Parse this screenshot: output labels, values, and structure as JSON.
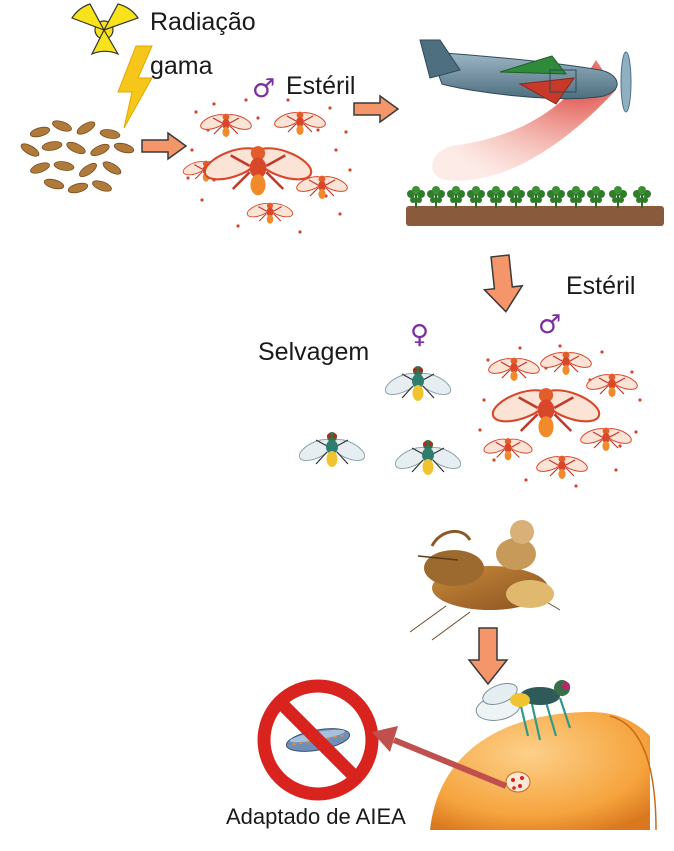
{
  "labels": {
    "radiation": "Radiação",
    "gamma": "gama",
    "sterile_top": "Estéril",
    "sterile_right": "Estéril",
    "wild": "Selvagem",
    "credit": "Adaptado de AIEA"
  },
  "symbols": {
    "male_top": "♂",
    "female": "♀",
    "male_right": "♂"
  },
  "colors": {
    "arrow_orange": "#f4956a",
    "arrow_outline": "#3a3a3a",
    "radiation_yellow": "#f7e21b",
    "symbol_purple": "#7a2fa0",
    "sterile_fly_red": "#d9472b",
    "prohibition_red": "#d8231e",
    "fruit_orange": "#f5a23a"
  },
  "icons": [
    "radiation-trefoil-icon",
    "lightning-bolt-icon",
    "pupae-pile-icon",
    "sterile-fly-swarm-icon",
    "airplane-icon",
    "plantation-row-icon",
    "wild-fly-icon",
    "mating-flies-photo",
    "fly-on-fruit-icon",
    "larva-prohibited-icon"
  ]
}
